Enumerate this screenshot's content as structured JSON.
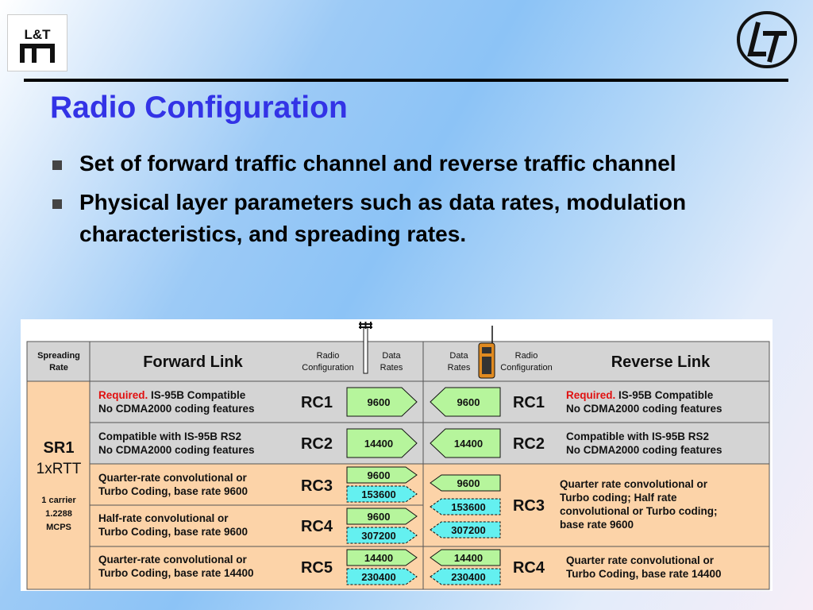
{
  "logo": {
    "text": "L&T"
  },
  "title": "Radio Configuration",
  "bullets": [
    {
      "text": "Set of forward traffic channel and reverse traffic channel"
    },
    {
      "text": "Physical layer parameters such as data rates, modulation characteristics, and spreading rates."
    }
  ],
  "table": {
    "header": {
      "spreading_rate_1": "Spreading",
      "spreading_rate_2": "Rate",
      "forward_link": "Forward Link",
      "radio_1": "Radio",
      "radio_2": "Configuration",
      "data_1": "Data",
      "data_2": "Rates",
      "reverse_link": "Reverse Link"
    },
    "sr": {
      "line1": "SR1",
      "line2": "1xRTT",
      "line3": "1 carrier",
      "line4": "1.2288",
      "line5": "MCPS"
    },
    "forward": [
      {
        "rc": "RC1",
        "required": "Required.",
        "desc1": "IS-95B Compatible",
        "desc2": "No CDMA2000 coding features",
        "rate": "9600"
      },
      {
        "rc": "RC2",
        "desc1": "Compatible with IS-95B RS2",
        "desc2": "No CDMA2000 coding features",
        "rate": "14400"
      },
      {
        "rc": "RC3",
        "desc1": "Quarter-rate convolutional or",
        "desc2": "Turbo Coding, base rate 9600",
        "rate": "9600",
        "rate2": "153600"
      },
      {
        "rc": "RC4",
        "desc1": "Half-rate convolutional or",
        "desc2": "Turbo Coding, base rate 9600",
        "rate": "9600",
        "rate2": "307200"
      },
      {
        "rc": "RC5",
        "desc1": "Quarter-rate convolutional or",
        "desc2": "Turbo Coding, base rate 14400",
        "rate": "14400",
        "rate2": "230400"
      }
    ],
    "reverse": [
      {
        "rc": "RC1",
        "required": "Required.",
        "desc1": "IS-95B Compatible",
        "desc2": "No CDMA2000 coding features",
        "rate": "9600"
      },
      {
        "rc": "RC2",
        "desc1": "Compatible with IS-95B RS2",
        "desc2": "No CDMA2000 coding features",
        "rate": "14400"
      },
      {
        "rc": "RC3",
        "desc1": "Quarter rate convolutional or",
        "desc2": "Turbo coding; Half rate",
        "desc3": "convolutional or Turbo coding;",
        "desc4": "base rate 9600",
        "rates": [
          "9600",
          "153600",
          "307200"
        ]
      },
      {
        "rc": "RC4",
        "desc1": "Quarter  rate convolutional or",
        "desc2": "Turbo Coding, base rate 14400",
        "rates": [
          "14400",
          "230400"
        ]
      }
    ]
  },
  "colors": {
    "title": "#3333e6",
    "gray_row": "#d4d4d4",
    "peach_row": "#fcd3a8",
    "green_arrow": "#b6f59c",
    "cyan_box": "#64f0f0",
    "required": "#e01010"
  }
}
